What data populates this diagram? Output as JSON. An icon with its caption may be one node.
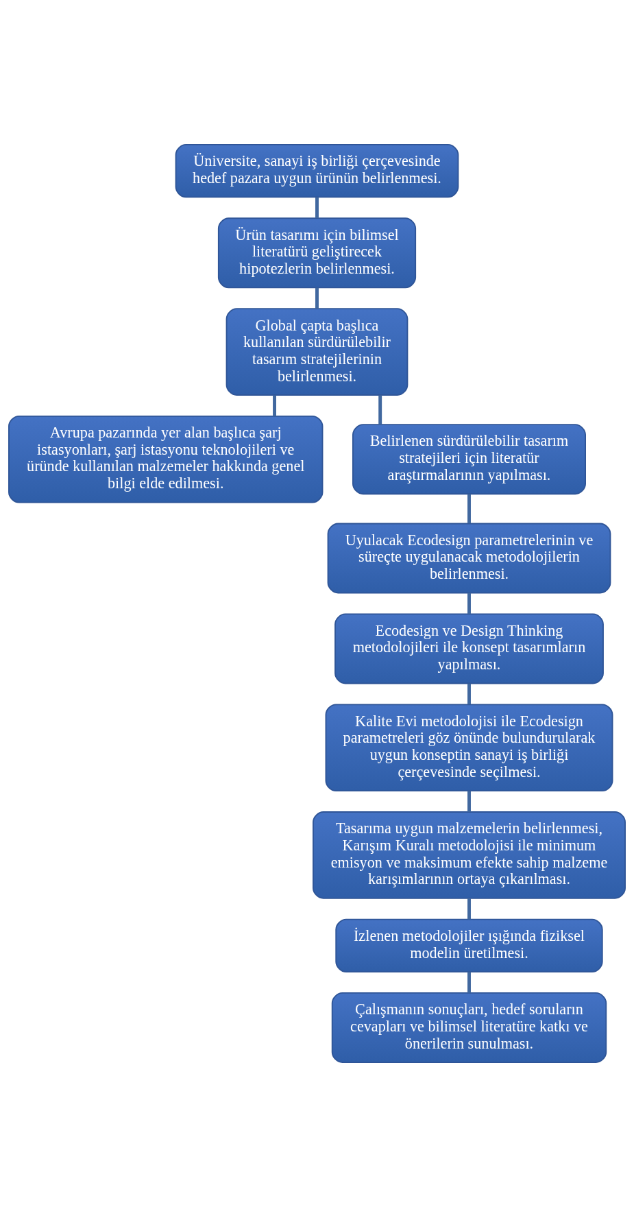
{
  "diagram": {
    "nodes": [
      {
        "text": [
          "Üniversite, sanayi iş birliği çerçevesinde hedef pazara uygun ürünün belirlenmesi."
        ]
      },
      {
        "text": [
          "Ürün tasarımı için bilimsel literatürü geliştirecek hipotezlerin belirlenmesi."
        ]
      },
      {
        "text": [
          "Global çapta başlıca kullanılan sürdürülebilir tasarım stratejilerinin belirlenmesi."
        ]
      },
      {
        "text": [
          "Avrupa pazarında yer alan başlıca şarj istasyonları, şarj istasyonu teknolojileri ve üründe kullanılan malzemeler hakkında genel bilgi elde edilmesi."
        ]
      },
      {
        "text": [
          "Belirlenen sürdürülebilir tasarım stratejileri için literatür araştırmalarının yapılması."
        ]
      },
      {
        "text": [
          "Uyulacak Ecodesign parametrelerinin ve süreçte uygulanacak metodolojilerin belirlenmesi."
        ]
      },
      {
        "text": [
          "Ecodesign ve Design Thinking metodolojileri ile konsept tasarımların yapılması."
        ]
      },
      {
        "text": [
          "Kalite Evi metodolojisi ile Ecodesign parametreleri göz önünde bulundurularak uygun konseptin sanayi iş birliği çerçevesinde seçilmesi."
        ]
      },
      {
        "text": [
          "Tasarıma uygun malzemelerin belirlenmesi, Karışım Kuralı metodolojisi ile minimum emisyon ve maksimum efekte sahip malzeme karışımlarının ortaya çıkarılması."
        ]
      },
      {
        "text": [
          "İzlenen metodolojiler ışığında fiziksel modelin üretilmesi."
        ]
      },
      {
        "text": [
          "Çalışmanın sonuçları, hedef soruların cevapları ve bilimsel literatüre katkı ve önerilerin sunulması."
        ]
      }
    ],
    "edges": [
      {
        "from": 0,
        "to": 1,
        "arrow": "none"
      },
      {
        "from": 1,
        "to": 2,
        "arrow": "none"
      },
      {
        "from": 2,
        "to": 3,
        "arrow": "none"
      },
      {
        "from": 2,
        "to": 4,
        "arrow": "none"
      },
      {
        "from": 4,
        "to": 5,
        "arrow": "none"
      },
      {
        "from": 5,
        "to": 6,
        "arrow": "none"
      },
      {
        "from": 6,
        "to": 7,
        "arrow": "none"
      },
      {
        "from": 7,
        "to": 8,
        "arrow": "none"
      },
      {
        "from": 8,
        "to": 9,
        "arrow": "none"
      },
      {
        "from": 9,
        "to": 10,
        "arrow": "none"
      }
    ]
  }
}
